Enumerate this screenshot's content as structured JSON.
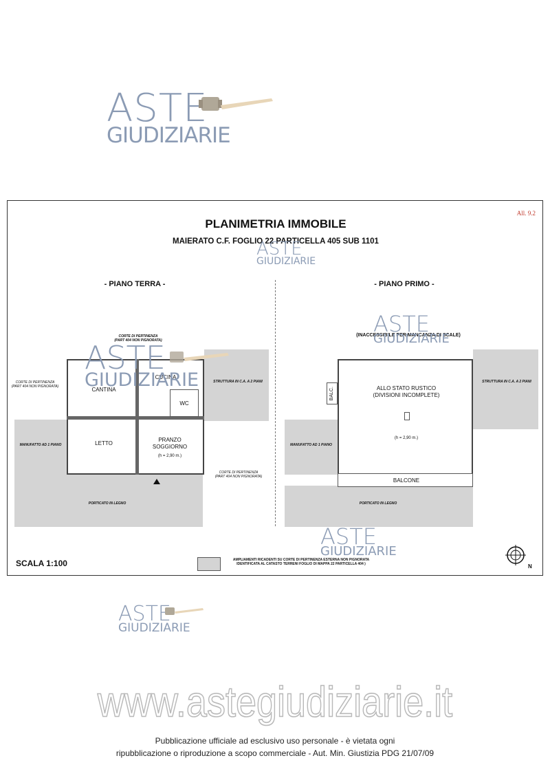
{
  "watermark": {
    "line1": "ASTE",
    "line2": "GIUDIZIARIE"
  },
  "sheet": {
    "annex": "All. 9.2",
    "title": "PLANIMETRIA IMMOBILE",
    "subtitle": "MAIERATO C.F. FOGLIO 22 PARTICELLA 405 SUB 1101",
    "scale": "SCALA 1:100",
    "north": "N",
    "legend": {
      "line1": "AMPLIAMENTI RICADENTI SU CORTE DI PERTINENZA ESTERNA NON PIGNORATA",
      "line2": "IDENTIFICATA AL CATASTO TERRENI FOGLIO DI MAPPA 22 PARTICELLA 404 )"
    }
  },
  "ground_floor": {
    "heading": "- PIANO TERRA -",
    "corte_top_1": "CORTE DI PERTINENZA",
    "corte_top_2": "(PART 404 NON PIGNORATA)",
    "corte_left_1": "CORTE DI PERTINENZA",
    "corte_left_2": "(PART 404 NON PIGNORATA)",
    "corte_right_1": "CORTE DI PERTINENZA",
    "corte_right_2": "(PART 404 NON PIGNORATA)",
    "struttura": "STRUTTURA IN C.A. A 2 PIANI",
    "manufatto": "MANUFATTO AD 1 PIANO",
    "porticato": "PORTICATO IN LEGNO",
    "rooms": {
      "cantina": "CANTINA",
      "cucina": "CUCINA",
      "wc": "WC",
      "letto": "LETTO",
      "pranzo": "PRANZO",
      "soggiorno": "SOGGIORNO",
      "height": "(h = 2,90 m.)"
    }
  },
  "first_floor": {
    "heading": "- PIANO PRIMO -",
    "note": "(INACCESSIBILE PER MANCANZA DI SCALE)",
    "struttura": "STRUTTURA IN C.A. A 2 PIANI",
    "manufatto": "MANUFATTO AD 1 PIANO",
    "porticato": "PORTICATO IN LEGNO",
    "rustico_1": "ALLO STATO RUSTICO",
    "rustico_2": "(DIVISIONI INCOMPLETE)",
    "height": "(h = 2,90 m.)",
    "balcone": "BALCONE",
    "balc": "BALC."
  },
  "site_url": "www.astegiudiziarie.it",
  "footer": {
    "line1": "Pubblicazione ufficiale ad esclusivo uso personale - è vietata ogni",
    "line2": "ripubblicazione o riproduzione a scopo commerciale - Aut. Min. Giustizia PDG 21/07/09"
  }
}
